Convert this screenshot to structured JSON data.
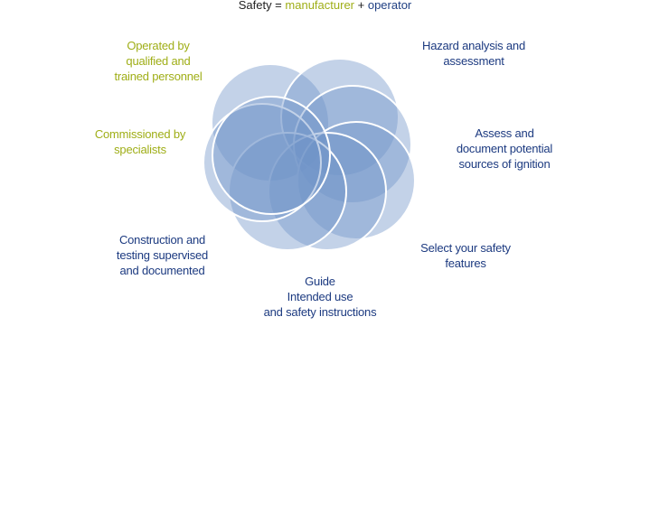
{
  "title": {
    "prefix": "Safety =",
    "manufacturer": "manufacturer",
    "plus": "+",
    "operator": "operator"
  },
  "labels": {
    "operated": [
      "Operated by",
      "qualified and",
      "trained personnel"
    ],
    "commissioned": [
      "Commissioned by",
      "specialists"
    ],
    "construction": [
      "Construction and",
      "testing supervised",
      "and documented"
    ],
    "guide": [
      "Guide",
      "Intended use",
      "and safety instructions"
    ],
    "select": [
      "Select your safety",
      "features"
    ],
    "assess": [
      "Assess and",
      "document potential",
      "sources of ignition"
    ],
    "hazard": [
      "Hazard analysis and",
      "assessment"
    ]
  },
  "colors": {
    "manufacturer_green": "#9fae17",
    "operator_navy": "#1c3a80",
    "petal_fill": "#6f93c9",
    "petal_stroke": "#ffffff"
  }
}
